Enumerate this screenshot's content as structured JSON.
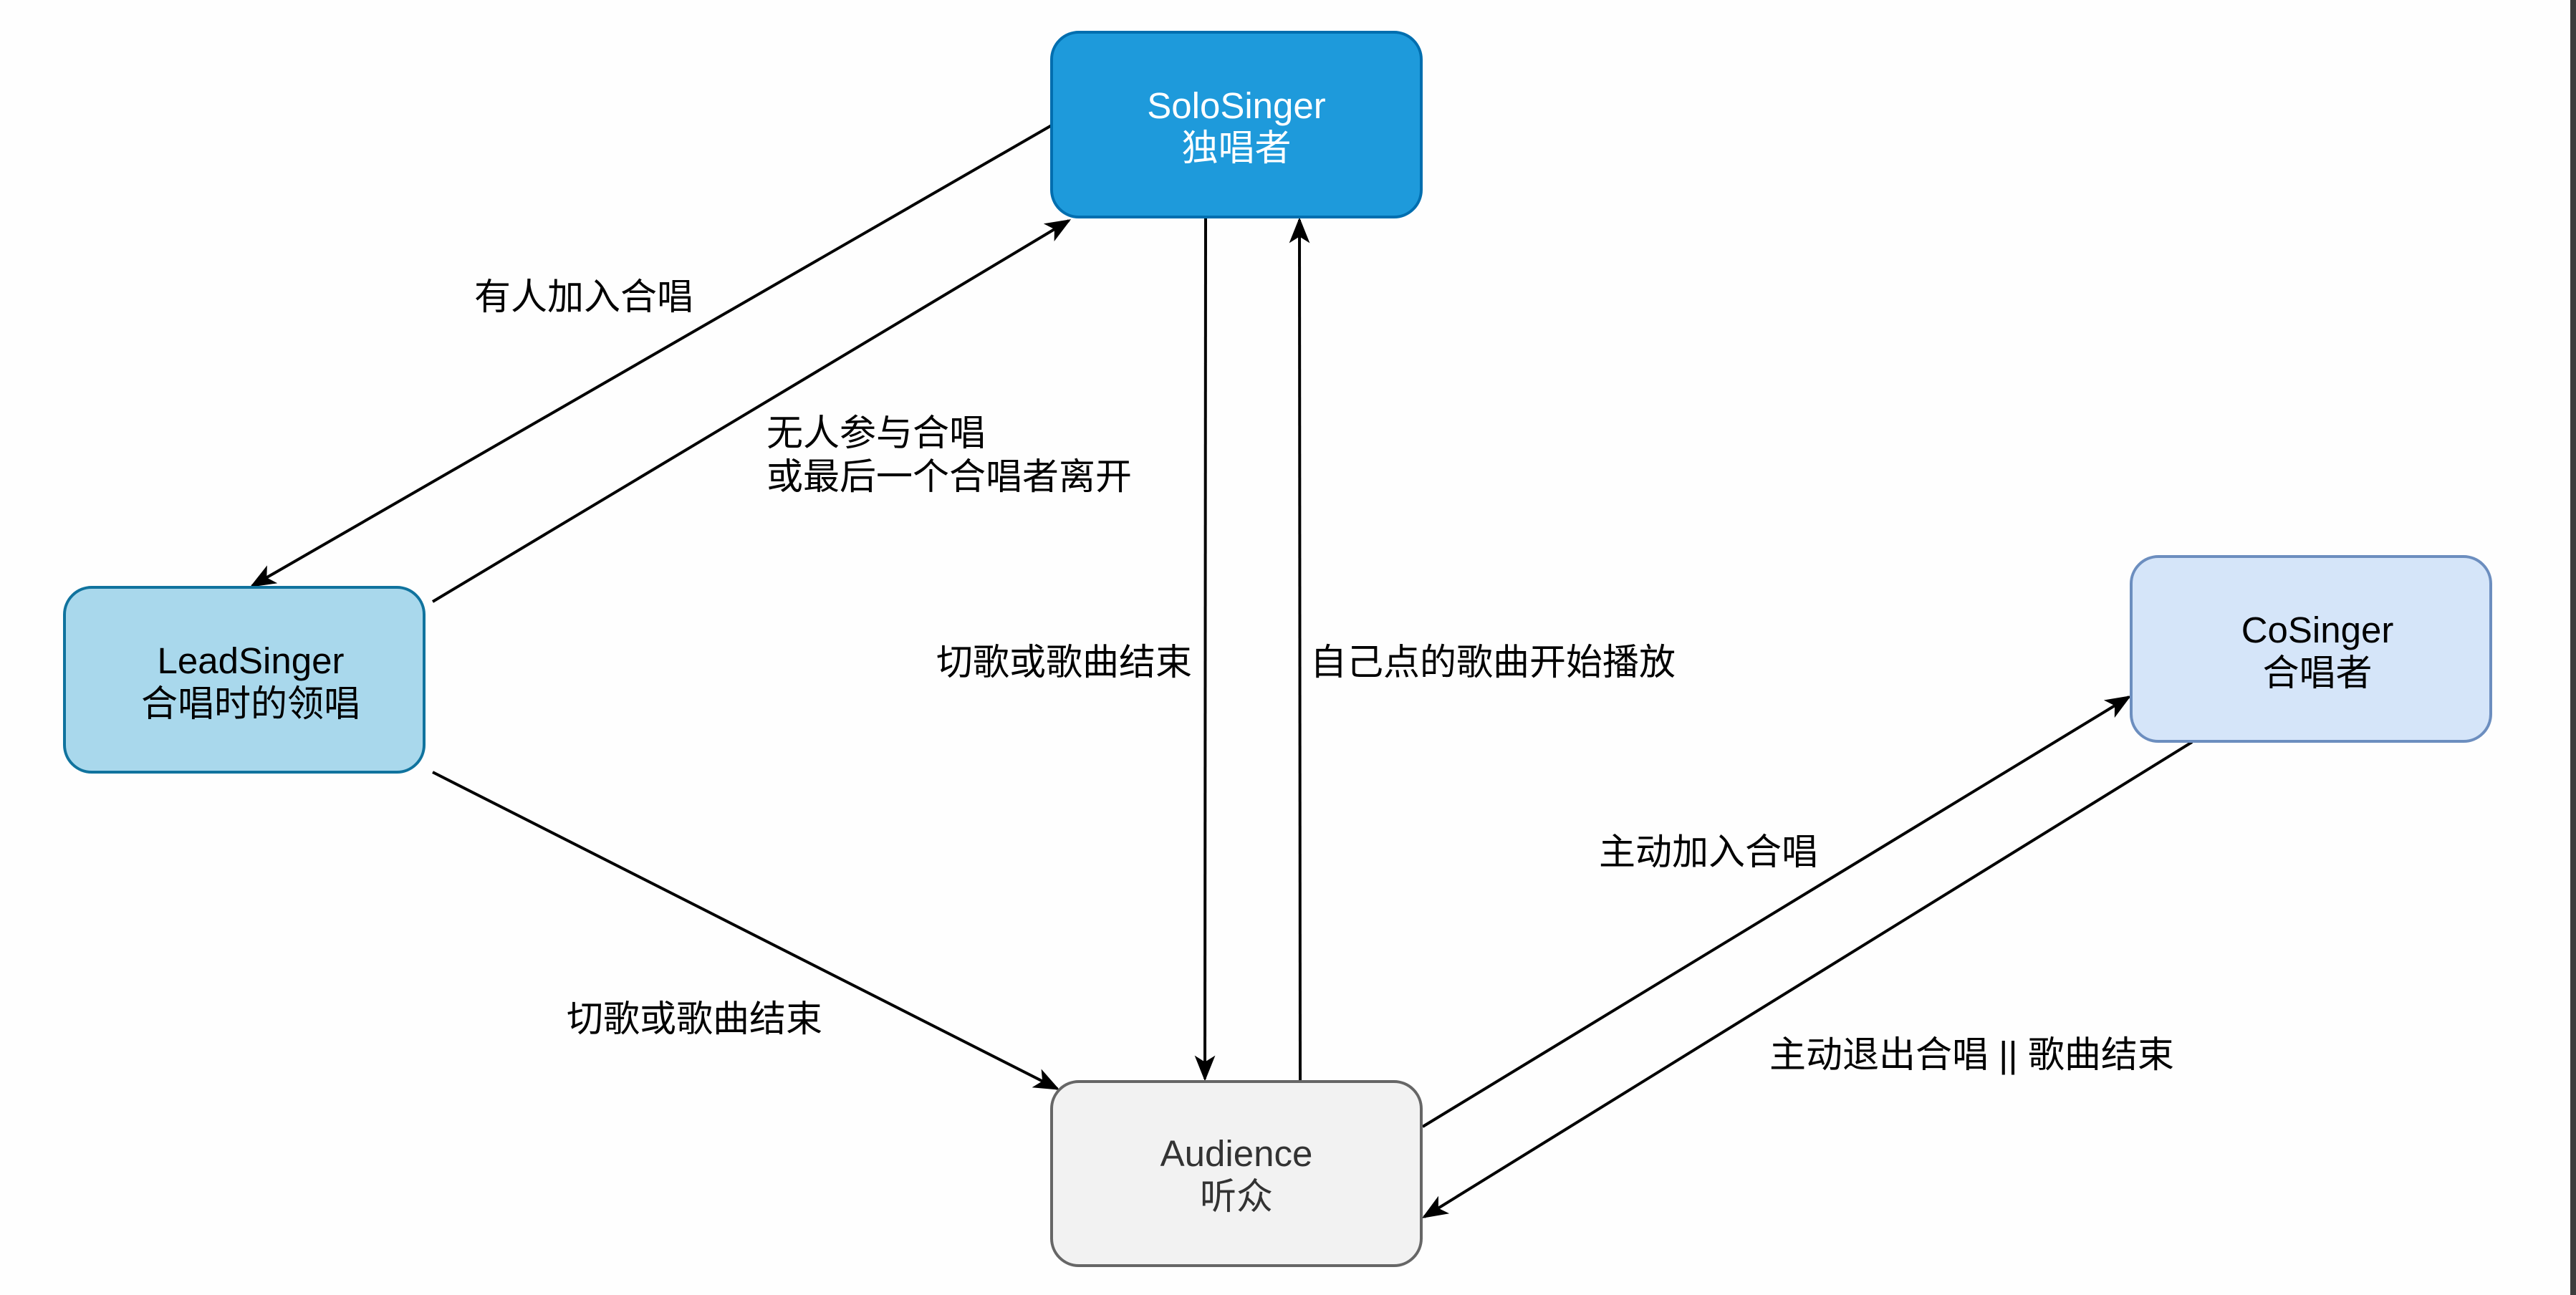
{
  "diagram": {
    "title": "",
    "nodes": [
      {
        "id": "solo",
        "name": "SoloSinger",
        "subtitle": "独唱者",
        "fill": "#1E9ADB",
        "stroke": "#006EAF",
        "text_color": "#FFFFFF"
      },
      {
        "id": "lead",
        "name": "LeadSinger",
        "subtitle": "合唱时的领唱",
        "fill": "#A9D8EC",
        "stroke": "#10739E",
        "text_color": "#000000"
      },
      {
        "id": "co",
        "name": "CoSinger",
        "subtitle": "合唱者",
        "fill": "#D5E5F9",
        "stroke": "#6C8EBF",
        "text_color": "#000000"
      },
      {
        "id": "audience",
        "name": "Audience",
        "subtitle": "听众",
        "fill": "#F2F2F2",
        "stroke": "#666666",
        "text_color": "#333333"
      }
    ],
    "edges": [
      {
        "from": "solo",
        "to": "lead",
        "label_lines": [
          "有人加入合唱"
        ]
      },
      {
        "from": "lead",
        "to": "solo",
        "label_lines": [
          "无人参与合唱",
          "或最后一个合唱者离开"
        ]
      },
      {
        "from": "solo",
        "to": "audience",
        "label_lines": [
          "切歌或歌曲结束"
        ]
      },
      {
        "from": "audience",
        "to": "solo",
        "label_lines": [
          "自己点的歌曲开始播放"
        ]
      },
      {
        "from": "lead",
        "to": "audience",
        "label_lines": [
          "切歌或歌曲结束"
        ]
      },
      {
        "from": "audience",
        "to": "co",
        "label_lines": [
          "主动加入合唱"
        ]
      },
      {
        "from": "co",
        "to": "audience",
        "label_lines": [
          "主动退出合唱 || 歌曲结束"
        ]
      }
    ],
    "edge_color": "#000000"
  }
}
